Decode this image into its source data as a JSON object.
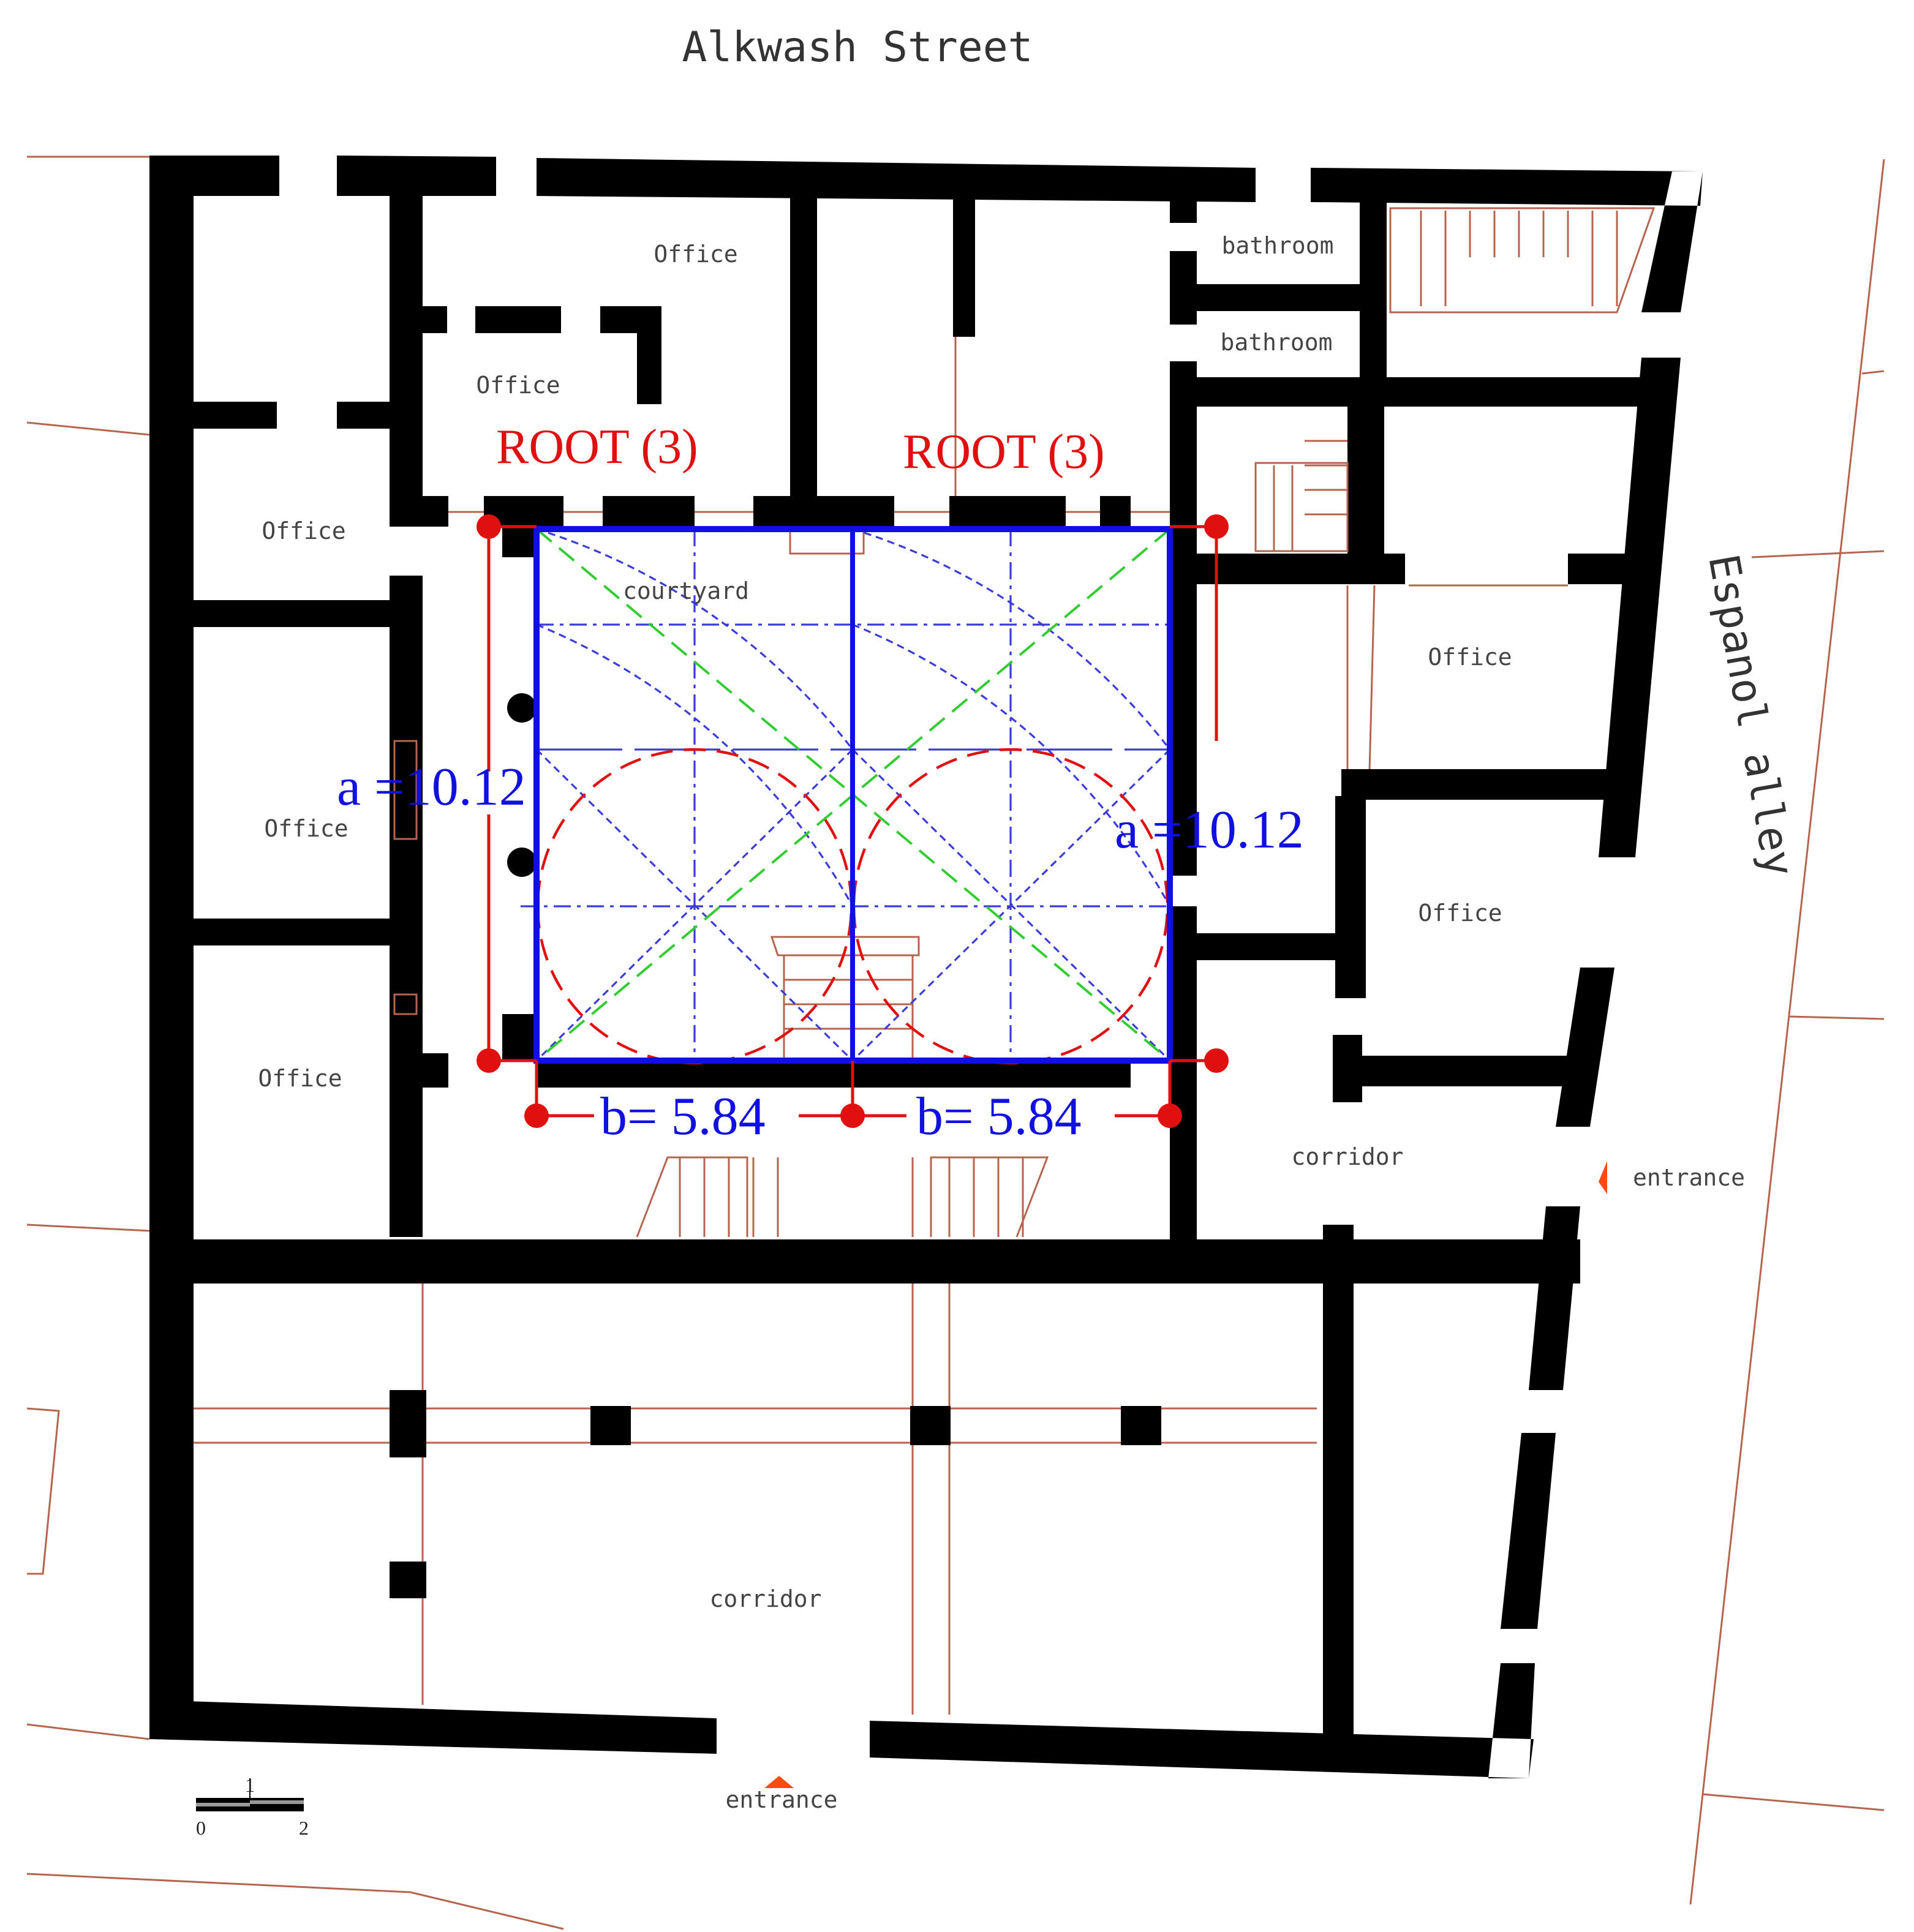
{
  "streets": {
    "top": "Alkwash Street",
    "right": "Espanol alley"
  },
  "rooms": [
    {
      "label": "Office"
    },
    {
      "label": "Office"
    },
    {
      "label": "Office"
    },
    {
      "label": "Office"
    },
    {
      "label": "Office"
    },
    {
      "label": "bathroom"
    },
    {
      "label": "bathroom"
    },
    {
      "label": "Office"
    },
    {
      "label": "Office"
    },
    {
      "label": "courtyard"
    },
    {
      "label": "corridor"
    },
    {
      "label": "corridor"
    }
  ],
  "entrances": [
    "entrance",
    "entrance"
  ],
  "geometry_labels": {
    "root_left": "ROOT (3)",
    "root_right": "ROOT (3)",
    "a_left": "a =10.12",
    "a_right": "a =10.12",
    "b_left": "b= 5.84",
    "b_right": "b= 5.84"
  },
  "scale_bar": {
    "start": "0",
    "mid": "1",
    "end": "2"
  },
  "colors": {
    "wall": "#000000",
    "outline": "#b5654e",
    "courtyard": "#1010e0",
    "dimension": "#e01010",
    "diagonal": "#33cc33",
    "entrance": "#ff4a10"
  }
}
